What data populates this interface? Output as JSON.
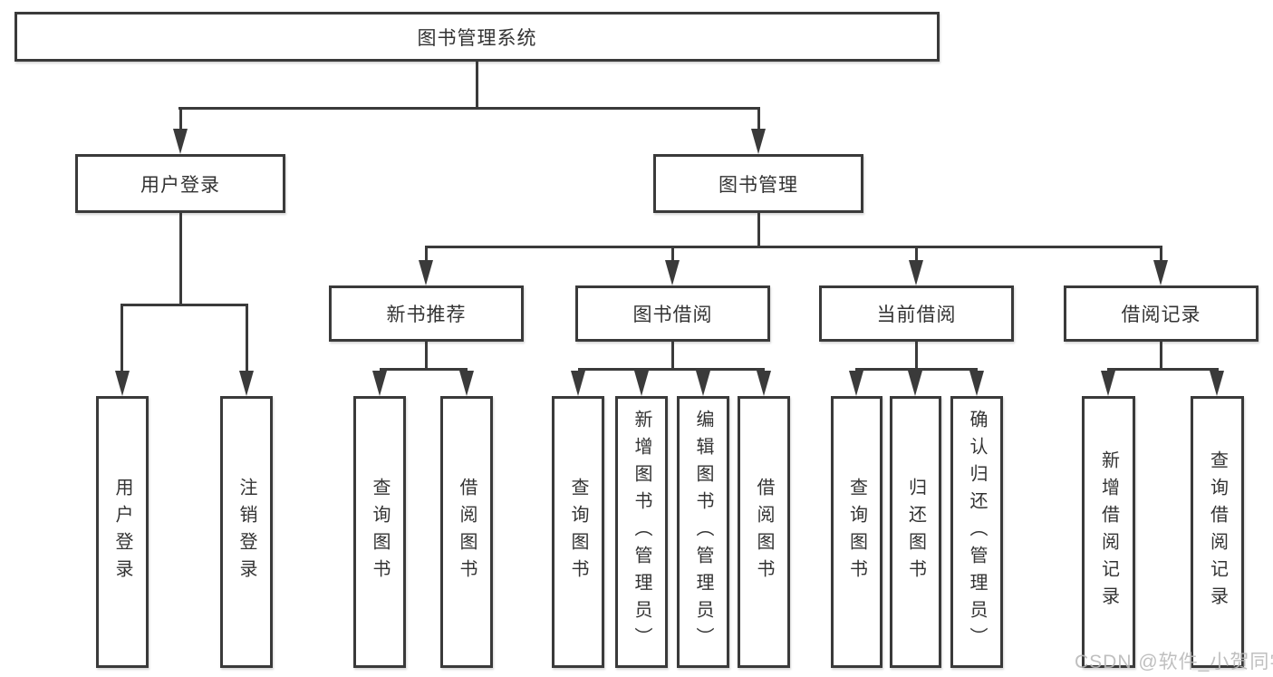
{
  "tree": {
    "label": "图书管理系统",
    "children": [
      {
        "label": "用户登录",
        "children": [
          {
            "label": "用户登录"
          },
          {
            "label": "注销登录"
          }
        ]
      },
      {
        "label": "图书管理",
        "children": [
          {
            "label": "新书推荐",
            "children": [
              {
                "label": "查询图书"
              },
              {
                "label": "借阅图书"
              }
            ]
          },
          {
            "label": "图书借阅",
            "children": [
              {
                "label": "查询图书"
              },
              {
                "label": "新增图书（管理员）"
              },
              {
                "label": "编辑图书（管理员）"
              },
              {
                "label": "借阅图书"
              }
            ]
          },
          {
            "label": "当前借阅",
            "children": [
              {
                "label": "查询图书"
              },
              {
                "label": "归还图书"
              },
              {
                "label": "确认归还（管理员）"
              }
            ]
          },
          {
            "label": "借阅记录",
            "children": [
              {
                "label": "新增借阅记录"
              },
              {
                "label": "查询借阅记录"
              }
            ]
          }
        ]
      }
    ]
  },
  "watermark": {
    "text": "CSDN @软件_小贺同学"
  },
  "colors": {
    "line": "#3a3a3a",
    "box_border": "#3a3a3a",
    "box_fill": "#ffffff",
    "text": "#333333",
    "watermark": "#b9b9b9",
    "background": "#ffffff"
  }
}
